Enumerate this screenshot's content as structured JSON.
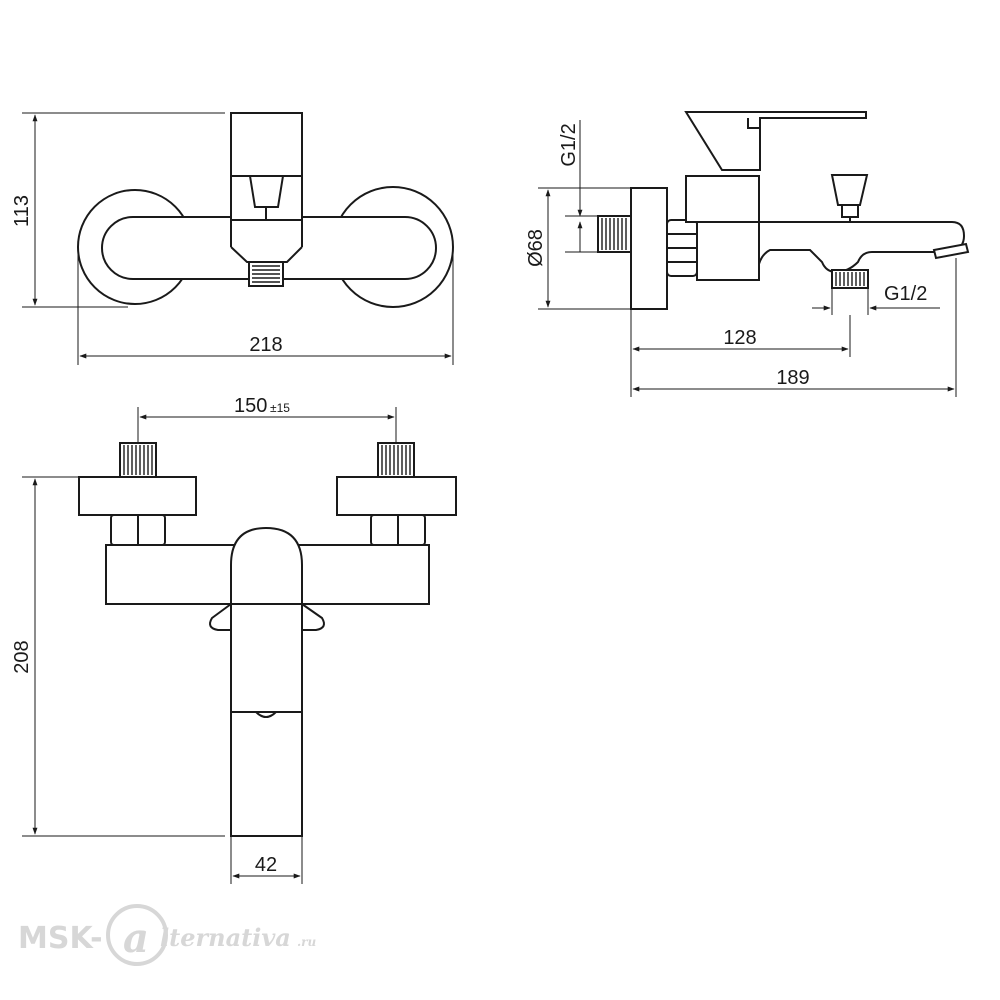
{
  "dimensions": {
    "top_height": "113",
    "top_width": "218",
    "side_thread_top": "G1/2",
    "side_diameter": "Ø68",
    "side_thread_bottom": "G1/2",
    "side_depth": "128",
    "side_total": "189",
    "front_spacing": "150",
    "front_spacing_tol": "±15",
    "front_height": "208",
    "front_spout_width": "42"
  },
  "watermark": {
    "brand_left": "MSK-",
    "brand_mark": "a",
    "brand_right": "lternativa",
    "brand_tld": ".ru"
  },
  "colors": {
    "line": "#1a1a1a",
    "watermark": "#d7d7d7"
  }
}
